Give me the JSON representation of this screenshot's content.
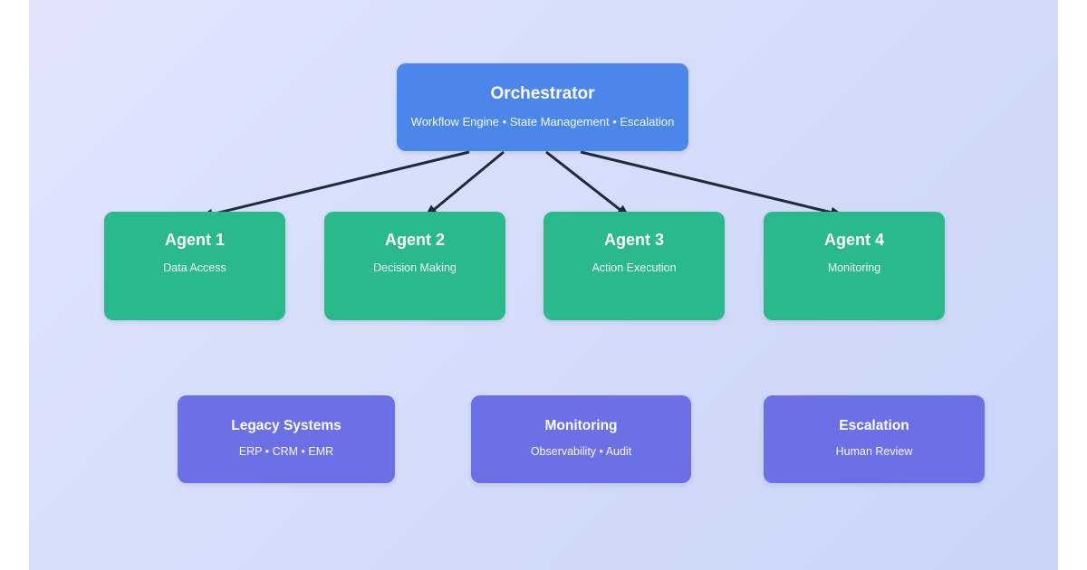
{
  "diagram": {
    "orchestrator": {
      "title": "Orchestrator",
      "subtitle": "Workflow Engine • State Management • Escalation"
    },
    "agents": [
      {
        "title": "Agent 1",
        "subtitle": "Data Access"
      },
      {
        "title": "Agent 2",
        "subtitle": "Decision Making"
      },
      {
        "title": "Agent 3",
        "subtitle": "Action Execution"
      },
      {
        "title": "Agent 4",
        "subtitle": "Monitoring"
      }
    ],
    "systems": [
      {
        "title": "Legacy Systems",
        "subtitle": "ERP • CRM • EMR"
      },
      {
        "title": "Monitoring",
        "subtitle": "Observability • Audit"
      },
      {
        "title": "Escalation",
        "subtitle": "Human Review"
      }
    ],
    "colors": {
      "orchestrator": "#4b87ea",
      "agent": "#2ab98b",
      "system": "#6c70e6",
      "arrow": "#1f2a3a",
      "background_start": "#e0e5fc",
      "background_end": "#c9d4f8"
    }
  }
}
